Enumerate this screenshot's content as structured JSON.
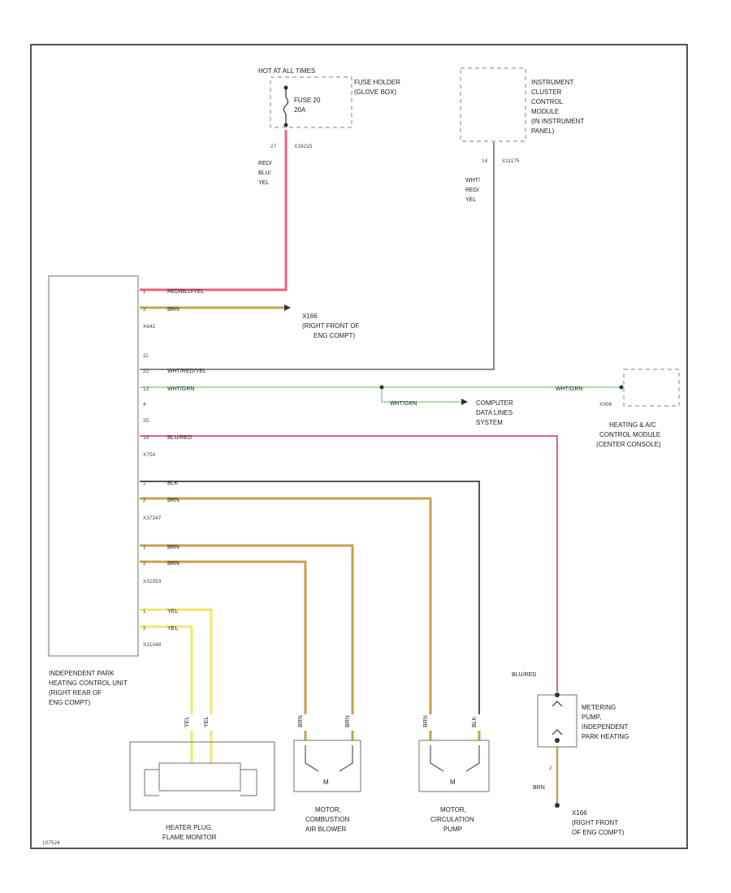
{
  "labels": {
    "hot_at_all_times": "HOT AT ALL TIMES",
    "fuse_holder": [
      "FUSE HOLDER",
      "(GLOVE BOX)"
    ],
    "fuse": [
      "FUSE 20",
      "20A"
    ],
    "fuse_pin": "27",
    "fuse_conn": "X18215",
    "fuse_wire_color": [
      "RED/",
      "BLU/",
      "YEL"
    ],
    "icm": [
      "INSTRUMENT",
      "CLUSTER",
      "CONTROL",
      "MODULE",
      "(IN INSTRUMENT",
      "PANEL)"
    ],
    "icm_pin": "14",
    "icm_conn": "X11175",
    "icm_wire_color": [
      "WHT/",
      "RED/",
      "YEL"
    ],
    "ground_x166_a": [
      "X166",
      "(RIGHT FRONT OF",
      "ENG COMPT)"
    ],
    "conn_x642": "X642",
    "conn_x754": "X754",
    "conn_x37247": "X37247",
    "conn_x31053": "X31053",
    "conn_x31048": "X31048",
    "data_lines": [
      "WHT/GRN",
      "COMPUTER",
      "DATA LINES",
      "SYSTEM"
    ],
    "hvac": [
      "HEATING & A/C",
      "CONTROL MODULE",
      "(CENTER CONSOLE)"
    ],
    "hvac_conn": "X006",
    "hvac_wire": "WHT/GRN",
    "control_unit": [
      "INDEPENDENT PARK",
      "HEATING CONTROL UNIT",
      "(RIGHT REAR OF",
      "ENG COMPT)"
    ],
    "metering_pump": [
      "METERING",
      "PUMP,",
      "INDEPENDENT",
      "PARK HEATING"
    ],
    "metering_wire_top": "BLU/RED",
    "metering_pin_bottom": "2",
    "metering_wire_bottom": "BRN",
    "ground_x166_b": [
      "X166",
      "(RIGHT FRONT",
      "OF ENG COMPT)"
    ],
    "heater_plug": [
      "HEATER PLUG,",
      "FLAME MONITOR"
    ],
    "blower": [
      "MOTOR,",
      "COMBUSTION",
      "AIR BLOWER"
    ],
    "circ_pump": [
      "MOTOR,",
      "CIRCULATION",
      "PUMP"
    ],
    "motor_symbol": "M",
    "diagram_id": "107524"
  },
  "pins": [
    {
      "pin": "1",
      "wire": "RED/BLU/YEL"
    },
    {
      "pin": "2",
      "wire": "BRN"
    },
    {
      "pin": "11",
      "wire": ""
    },
    {
      "pin": "22",
      "wire": "WHT/RED/YEL"
    },
    {
      "pin": "13",
      "wire": "WHT/GRN"
    },
    {
      "pin": "4",
      "wire": ""
    },
    {
      "pin": "25",
      "wire": ""
    },
    {
      "pin": "14",
      "wire": "BLU/RED"
    },
    {
      "pin": "1",
      "wire": "BLK"
    },
    {
      "pin": "2",
      "wire": "BRN"
    },
    {
      "pin": "1",
      "wire": "BRN"
    },
    {
      "pin": "2",
      "wire": "BRN"
    },
    {
      "pin": "1",
      "wire": "YEL"
    },
    {
      "pin": "2",
      "wire": "YEL"
    }
  ],
  "bottom_wire_labels": {
    "heater_a": "YEL",
    "heater_b": "YEL",
    "blower_a": "BRN",
    "blower_b": "BRN",
    "pump_a": "BRN",
    "pump_b": "BLK"
  },
  "wire_colors": {
    "red": "#e8627a",
    "tan": "#c8a24a",
    "yellow": "#efe96a",
    "gray": "#8a8a8a",
    "green": "#8fd18f",
    "black": "#555555"
  }
}
